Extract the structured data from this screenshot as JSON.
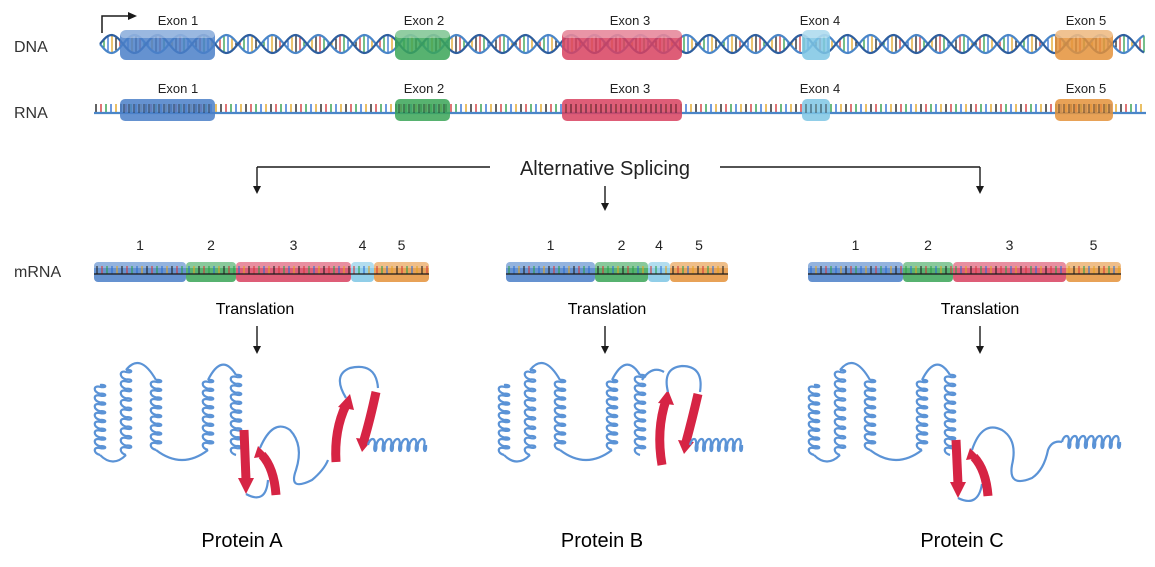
{
  "colors": {
    "exon1": "#4a7fc8",
    "exon2": "#3aa557",
    "exon3": "#d8415f",
    "exon4": "#7ec6e4",
    "exon5": "#e4923a",
    "strand": "#4a86c8",
    "helix": "#5b93d6",
    "sheet": "#d62444",
    "line": "#1a1a1a"
  },
  "row_labels": {
    "dna": "DNA",
    "rna": "RNA",
    "mrna": "mRNA"
  },
  "exons": [
    {
      "id": "e1",
      "label": "Exon 1"
    },
    {
      "id": "e2",
      "label": "Exon 2"
    },
    {
      "id": "e3",
      "label": "Exon 3"
    },
    {
      "id": "e4",
      "label": "Exon 4"
    },
    {
      "id": "e5",
      "label": "Exon 5"
    }
  ],
  "splicing_label": "Alternative Splicing",
  "isoforms": [
    {
      "exons": [
        "1",
        "2",
        "3",
        "4",
        "5"
      ],
      "translation": "Translation",
      "protein": "Protein A"
    },
    {
      "exons": [
        "1",
        "2",
        "4",
        "5"
      ],
      "translation": "Translation",
      "protein": "Protein B"
    },
    {
      "exons": [
        "1",
        "2",
        "3",
        "5"
      ],
      "translation": "Translation",
      "protein": "Protein C"
    }
  ]
}
